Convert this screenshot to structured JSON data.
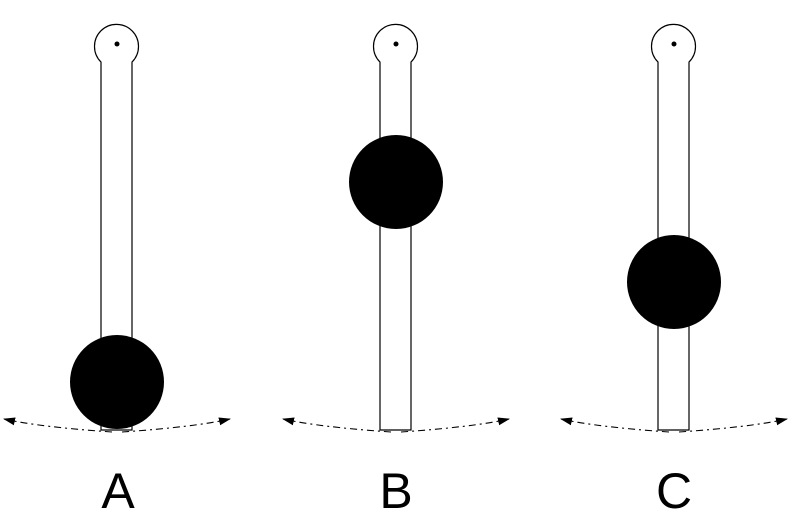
{
  "colors": {
    "ink": "#000000",
    "paper": "#ffffff"
  },
  "pendulums": [
    {
      "label": "A",
      "mass_position": "bottom"
    },
    {
      "label": "B",
      "mass_position": "upper"
    },
    {
      "label": "C",
      "mass_position": "middle"
    }
  ]
}
